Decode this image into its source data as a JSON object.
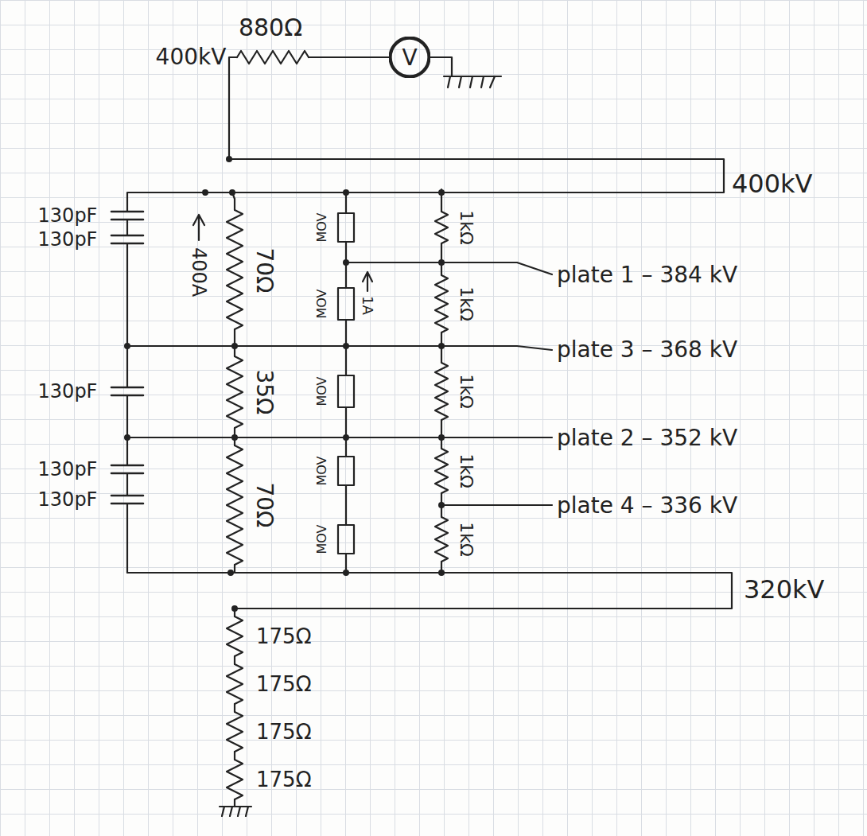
{
  "diagram": {
    "nodes": [
      {
        "text": [
          "V"
        ]
      }
    ],
    "labels": [
      "880Ω",
      "400kV",
      "400kV",
      "130pF",
      "130pF",
      "130pF",
      "130pF",
      "130pF",
      "400A",
      "70Ω",
      "35Ω",
      "70Ω",
      "MOV",
      "MOV",
      "MOV",
      "MOV",
      "MOV",
      "1A",
      "1kΩ",
      "1kΩ",
      "1kΩ",
      "1kΩ",
      "1kΩ",
      "plate 1 – 384 kV",
      "plate 3 – 368 kV",
      "plate 2 – 352 kV",
      "plate 4 – 336 kV",
      "320kV",
      "175Ω",
      "175Ω",
      "175Ω",
      "175Ω"
    ]
  }
}
